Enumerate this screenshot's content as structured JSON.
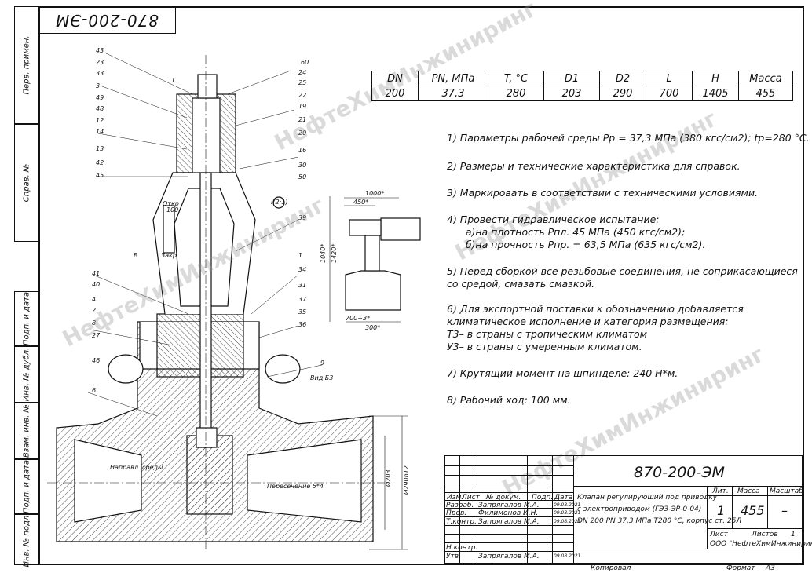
{
  "side_labels": [
    "Перв. примен.",
    "Справ. №",
    "Подп. и дата",
    "Инв. № дубл.",
    "Взам. инв. №",
    "Подп. и дата",
    "Инв. № подл."
  ],
  "top_stamp": "870-200-ЭМ",
  "params_table": {
    "headers": [
      "DN",
      "PN, МПа",
      "T, °C",
      "D1",
      "D2",
      "L",
      "H",
      "Масса"
    ],
    "values": [
      "200",
      "37,3",
      "280",
      "203",
      "290",
      "700",
      "1405",
      "455"
    ]
  },
  "notes": [
    "1) Параметры рабочей среды Рр = 37,3 МПа (380 кгс/см2); tр=280 °С.",
    "2) Размеры и технические характеристика для справок.",
    "3) Маркировать в соответствии с техническими условиями.",
    "4) Провести гидравлическое испытание:\n      а)на плотность Рпл. 45 МПа (450 кгс/см2);\n      б)на прочность Рпр. = 63,5 МПа (635 кгс/см2).",
    "5) Перед сборкой все резьбовые соединения, не соприкасающиеся\nсо средой, смазать смазкой.",
    "6) Для экспортной поставки к обозначению добавляется\nклиматическое исполнение и категория размещения:\nТ3– в страны с тропическим климатом\nУ3– в страны с умеренным климатом.",
    "7) Крутящий момент на шпинделе: 240 Н*м.",
    "8) Рабочий ход: 100 мм."
  ],
  "drawing_labels": {
    "callouts_left": [
      "43",
      "23",
      "33",
      "3",
      "49",
      "48",
      "12",
      "14",
      "13",
      "42",
      "45",
      "41",
      "40",
      "4",
      "2",
      "8",
      "27",
      "46",
      "6"
    ],
    "callouts_right": [
      "60",
      "24",
      "25",
      "22",
      "19",
      "21",
      "20",
      "16",
      "30",
      "50",
      "39",
      "1",
      "34",
      "31",
      "37",
      "35",
      "36",
      "9"
    ],
    "section_mark_1": "1",
    "section_mark_b": "Б",
    "view_i": "I(2:1)",
    "open_label": "Откр",
    "closed_label": "Закр",
    "hundred": "100",
    "shtift": "Вид Б3",
    "dim_d203": "Ø203",
    "dim_d290": "Ø290h12",
    "flow_label": "Направл. среды",
    "rebar_label": "Пересечение 5*4",
    "top_detail_dims": [
      "1000*",
      "450*",
      "300*",
      "1040*",
      "1420*",
      "700+3*"
    ]
  },
  "watermark": "НефтеХимИнжиниринг",
  "title_block": {
    "doc_code": "870-200-ЭМ",
    "name_lines": [
      "Клапан регулирующий под приводку",
      "с электроприводом (ГЭЗ-ЭР-0-04)",
      "DN 200 PN 37,3 МПа Т280 °С, корпус ст. 25Л"
    ],
    "header_row": [
      "Изм.",
      "Лист",
      "№ докум.",
      "Подп.",
      "Дата"
    ],
    "rows": [
      {
        "role": "Разраб.",
        "name": "Запрягалов М.А.",
        "date": "09.08.2021"
      },
      {
        "role": "Пров.",
        "name": "Филимонов И.Н.",
        "date": "09.08.2021"
      },
      {
        "role": "Т.контр.",
        "name": "Запрягалов М.А.",
        "date": "09.08.2021"
      },
      {
        "role": "",
        "name": "",
        "date": ""
      },
      {
        "role": "Н.контр.",
        "name": "",
        "date": ""
      },
      {
        "role": "Утв.",
        "name": "Запрягалов М.А.",
        "date": "09.08.2021"
      }
    ],
    "lit_label": "Лит.",
    "mass_label": "Масса",
    "scale_label": "Масштаб",
    "lit_value": "1",
    "mass_value": "455",
    "scale_value": "–",
    "sheet_label": "Лист",
    "sheets_label": "Листов",
    "sheets_value": "1",
    "company": "ООО \"НефтеХимИнжиниринг\"",
    "copied": "Копировал",
    "format_label": "Формат",
    "format_value": "А3"
  }
}
